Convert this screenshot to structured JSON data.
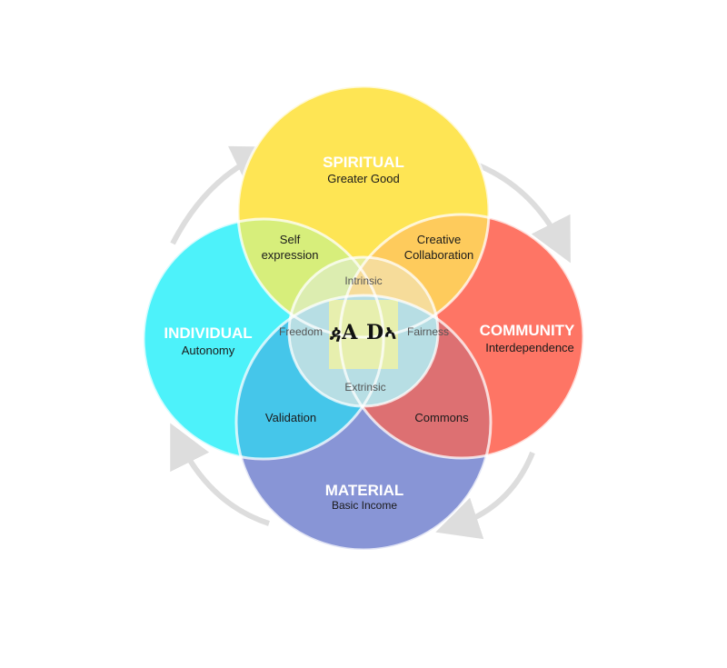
{
  "circles": {
    "spiritual": {
      "title": "SPIRITUAL",
      "subtitle": "Greater Good",
      "color": "#FEE554"
    },
    "individual": {
      "title": "INDIVIDUAL",
      "subtitle": "Autonomy",
      "color": "#4DF2FA"
    },
    "community": {
      "title": "COMMUNITY",
      "subtitle": "Interdependence",
      "color": "#FE7565"
    },
    "material": {
      "title": "MATERIAL",
      "subtitle": "Basic Income",
      "color": "#8895D6"
    }
  },
  "overlaps": {
    "spiritual_individual": [
      "Self",
      "expression"
    ],
    "spiritual_community": [
      "Creative",
      "Collaboration"
    ],
    "individual_material": "Validation",
    "community_material": "Commons"
  },
  "inner": {
    "top": "Intrinsic",
    "left": "Freedom",
    "right": "Fairness",
    "bottom": "Extrinsic"
  },
  "center_logo": "ዻA Dኣ",
  "colors": {
    "spiritual_individual": "#D7EE7B",
    "spiritual_community": "#FECB5C",
    "individual_material": "#45C6EA",
    "community_material": "#DD7072",
    "inner_top": "#E6EE9A",
    "inner_left": "#DCEDB0",
    "inner_right": "#F6DC9A",
    "inner_bottom": "#B7DEE4",
    "center": "#E7EFAE",
    "arrow": "#DDDDDD"
  }
}
